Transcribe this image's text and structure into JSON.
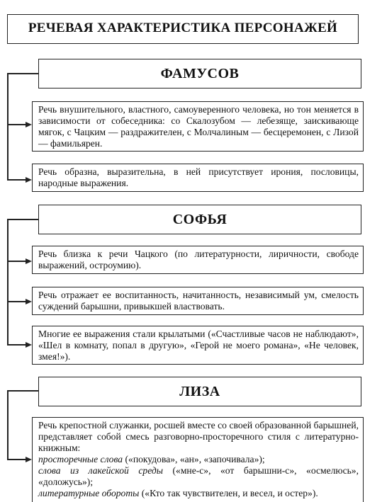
{
  "title": "РЕЧЕВАЯ ХАРАКТЕРИСТИКА ПЕРСОНАЖЕЙ",
  "sections": [
    {
      "header": "ФАМУСОВ",
      "items": [
        "Речь внушительного, властного, самоуверенного человека, но тон меняется в зависимости от собеседника: со Скалозубом — лебезяще, заискивающе мягок, с Чацким — раздражителен, с Молчалиным — бесцеремонен, с Лизой — фамильярен.",
        "Речь образна, выразительна, в ней присутствует ирония, пословицы, народные выражения."
      ]
    },
    {
      "header": "СОФЬЯ",
      "items": [
        "Речь близка к речи Чацкого (по литературности, лиричности, свободе выражений, остроумию).",
        "Речь отражает ее воспитанность, начитанность, независимый ум, смелость суждений барышни, привыкшей властвовать.",
        "Многие ее выражения стали крылатыми («Счастливые часов не наблюдают», «Шел в комнату, попал в другую», «Герой не моего романа», «Не человек, змея!»)."
      ]
    },
    {
      "header": "ЛИЗА",
      "item_intro": "Речь крепостной служанки, росшей вместе со своей образованной барышней, представляет собой смесь разговорно-просторечного стиля с литературно-книжным:",
      "rows": [
        {
          "label": "просторечные слова",
          "text": " («покудова», «ан», «започивала»);"
        },
        {
          "label": "слова из лакейской среды",
          "text": " («мне-с», «от барышни-с», «осмелюсь», «доложусь»);"
        },
        {
          "label": "литературные обороты",
          "text": " («Кто так чувствителен, и весел, и остер»)."
        }
      ]
    }
  ]
}
